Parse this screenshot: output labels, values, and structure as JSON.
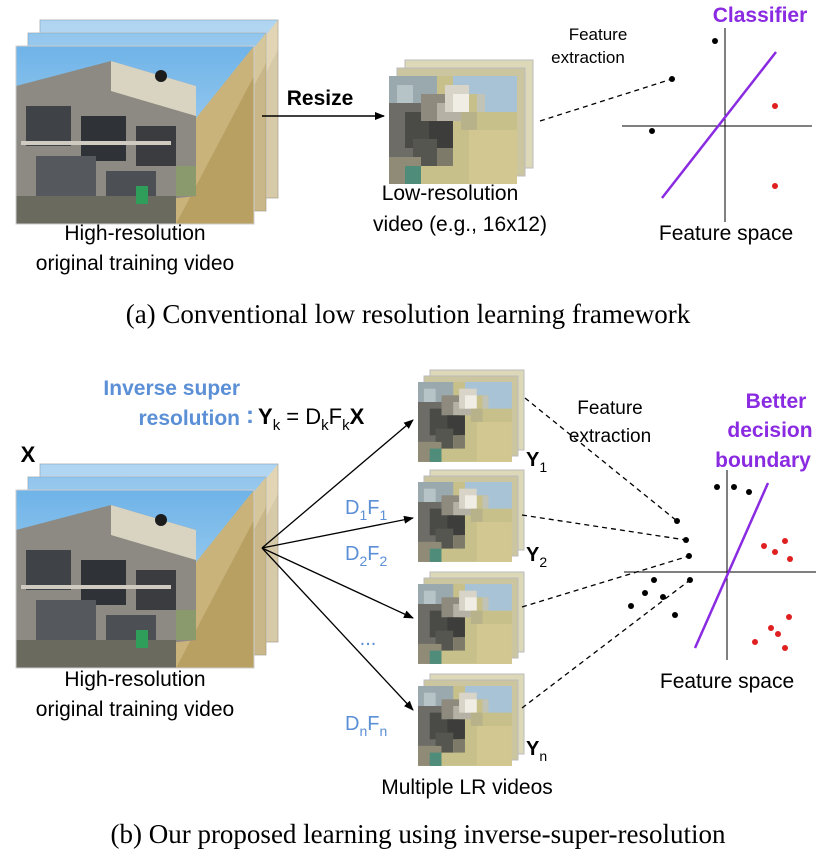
{
  "panel_a": {
    "source_caption_line1": "High-resolution",
    "source_caption_line2": "original training video",
    "resize_label": "Resize",
    "lr_caption_line1": "Low-resolution",
    "lr_caption_line2": "video (e.g., 16x12)",
    "feature_extraction_line1": "Feature",
    "feature_extraction_line2": "extraction",
    "classifier_label": "Classifier",
    "feature_space_label": "Feature space",
    "caption": "(a) Conventional low resolution learning framework"
  },
  "panel_b": {
    "x_label": "X",
    "isr_line1": "Inverse super",
    "isr_line2": "resolution",
    "isr_colon": ":",
    "equation": {
      "lhs": "Y",
      "lhs_sub": "k",
      "equals": " = ",
      "d": "D",
      "d_sub": "k",
      "f": "F",
      "f_sub": "k",
      "x": "X"
    },
    "transforms": [
      {
        "d": "D",
        "d_sub": "1",
        "f": "F",
        "f_sub": "1"
      },
      {
        "d": "D",
        "d_sub": "2",
        "f": "F",
        "f_sub": "2"
      },
      {
        "ellipsis": "..."
      },
      {
        "d": "D",
        "d_sub": "n",
        "f": "F",
        "f_sub": "n"
      }
    ],
    "outputs": [
      {
        "y": "Y",
        "sub": "1"
      },
      {
        "y": "Y",
        "sub": "2"
      },
      {
        "y": "Y",
        "sub": "n"
      }
    ],
    "feature_extraction_line1": "Feature",
    "feature_extraction_line2": "extraction",
    "better_line1": "Better",
    "better_line2": "decision",
    "better_line3": "boundary",
    "source_caption_line1": "High-resolution",
    "source_caption_line2": "original training video",
    "multiple_lr_label": "Multiple LR videos",
    "feature_space_label": "Feature space",
    "caption": "(b) Our proposed learning using inverse-super-resolution"
  },
  "colors": {
    "accent_purple": "#8a2be2",
    "accent_blue": "#5b8fd6",
    "dot_red": "#e02020",
    "dot_black": "#000000"
  }
}
